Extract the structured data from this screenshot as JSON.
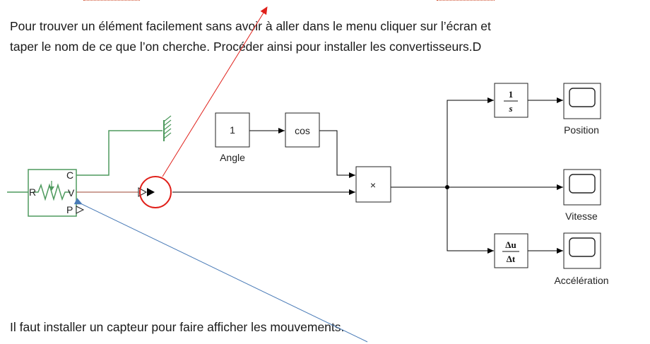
{
  "text": {
    "instruction": "Pour trouver un élément facilement sans avoir à aller dans le menu cliquer sur l’écran et",
    "instruction_line2": "taper le nom de ce que l’on cherche. Procéder ainsi pour installer les convertisseurs.D",
    "footer_note": "Il faut installer un capteur pour faire afficher les mouvements."
  },
  "diagram": {
    "constant_value": "1",
    "angle_label": "Angle",
    "cos_label": "cos",
    "product_symbol": "×",
    "integrator_num": "1",
    "integrator_den": "s",
    "derivative_num": "Δu",
    "derivative_den": "Δt",
    "scope_labels": {
      "position": "Position",
      "vitesse": "Vitesse",
      "acceleration": "Accélération"
    },
    "sensor_ports": {
      "c": "C",
      "r": "R",
      "v": "V",
      "p": "P"
    }
  },
  "colors": {
    "physical_wire": "#4e9a5e",
    "red_annotation": "#e0201a",
    "blue_annotation": "#4a7bb7",
    "simulink_wire": "#000000"
  }
}
